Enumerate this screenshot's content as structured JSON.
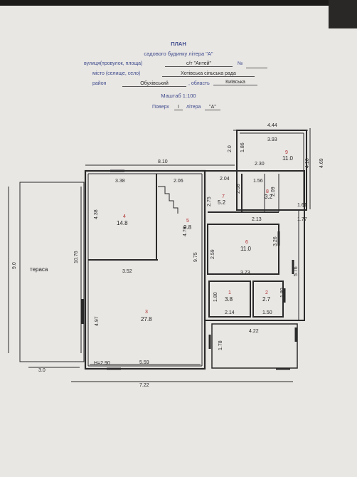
{
  "header": {
    "title": "ПЛАН",
    "subtitle": "садового будинку літера \"А\"",
    "street_label": "вулиця(провулок, площа)",
    "street_value": "с/т \"Антей\"",
    "number_label": "№",
    "village_label": "місто (селище, село)",
    "village_value": "Хотівська сільська рада",
    "district_label": "район",
    "district_value": "Обухівський",
    "oblast_label": ", область",
    "oblast_value": "Київська",
    "scale": "Маштаб 1:100",
    "floor_label": "Поверх",
    "floor_value": "І",
    "letter_label": "літера",
    "letter_value": "\"А\""
  },
  "rooms": [
    {
      "number": "1",
      "area": "3.8"
    },
    {
      "number": "2",
      "area": "2.7"
    },
    {
      "number": "3",
      "area": "27.8"
    },
    {
      "number": "4",
      "area": "14.8"
    },
    {
      "number": "5",
      "area": "9.8"
    },
    {
      "number": "6",
      "area": "11.0"
    },
    {
      "number": "7",
      "area": "5.2"
    },
    {
      "number": "8",
      "area": "3.2"
    },
    {
      "number": "9",
      "area": "11.0"
    }
  ],
  "terrace_label": "тераса",
  "height_label": "H=2.90",
  "dims": {
    "d_444": "4.44",
    "d_393": "3.93",
    "d_20": "2.0",
    "d_186": "1.86",
    "d_416": "4.16",
    "d_469": "4.69",
    "d_810": "8.10",
    "d_230": "2.30",
    "d_338": "3.38",
    "d_206": "2.06",
    "d_204": "2.04",
    "d_156": "1.56",
    "d_208": "2.08",
    "d_275": "2.75",
    "d_209": "2.09",
    "d_161": "1.61",
    "d_213": "2.13",
    "d_177": "1.77",
    "d_438": "4.38",
    "d_478": "4.78",
    "d_1076": "10.76",
    "d_90": "9.0",
    "d_975": "9.75",
    "d_259": "2.59",
    "d_326": "3.26",
    "d_352": "3.52",
    "d_373": "3.73",
    "d_576": "5.76",
    "d_180a": "1.80",
    "d_180b": "1.80",
    "d_214": "2.14",
    "d_150": "1.50",
    "d_497": "4.97",
    "d_178": "1.78",
    "d_422": "4.22",
    "d_559": "5.59",
    "d_30": "3.0",
    "d_722": "7.22"
  }
}
